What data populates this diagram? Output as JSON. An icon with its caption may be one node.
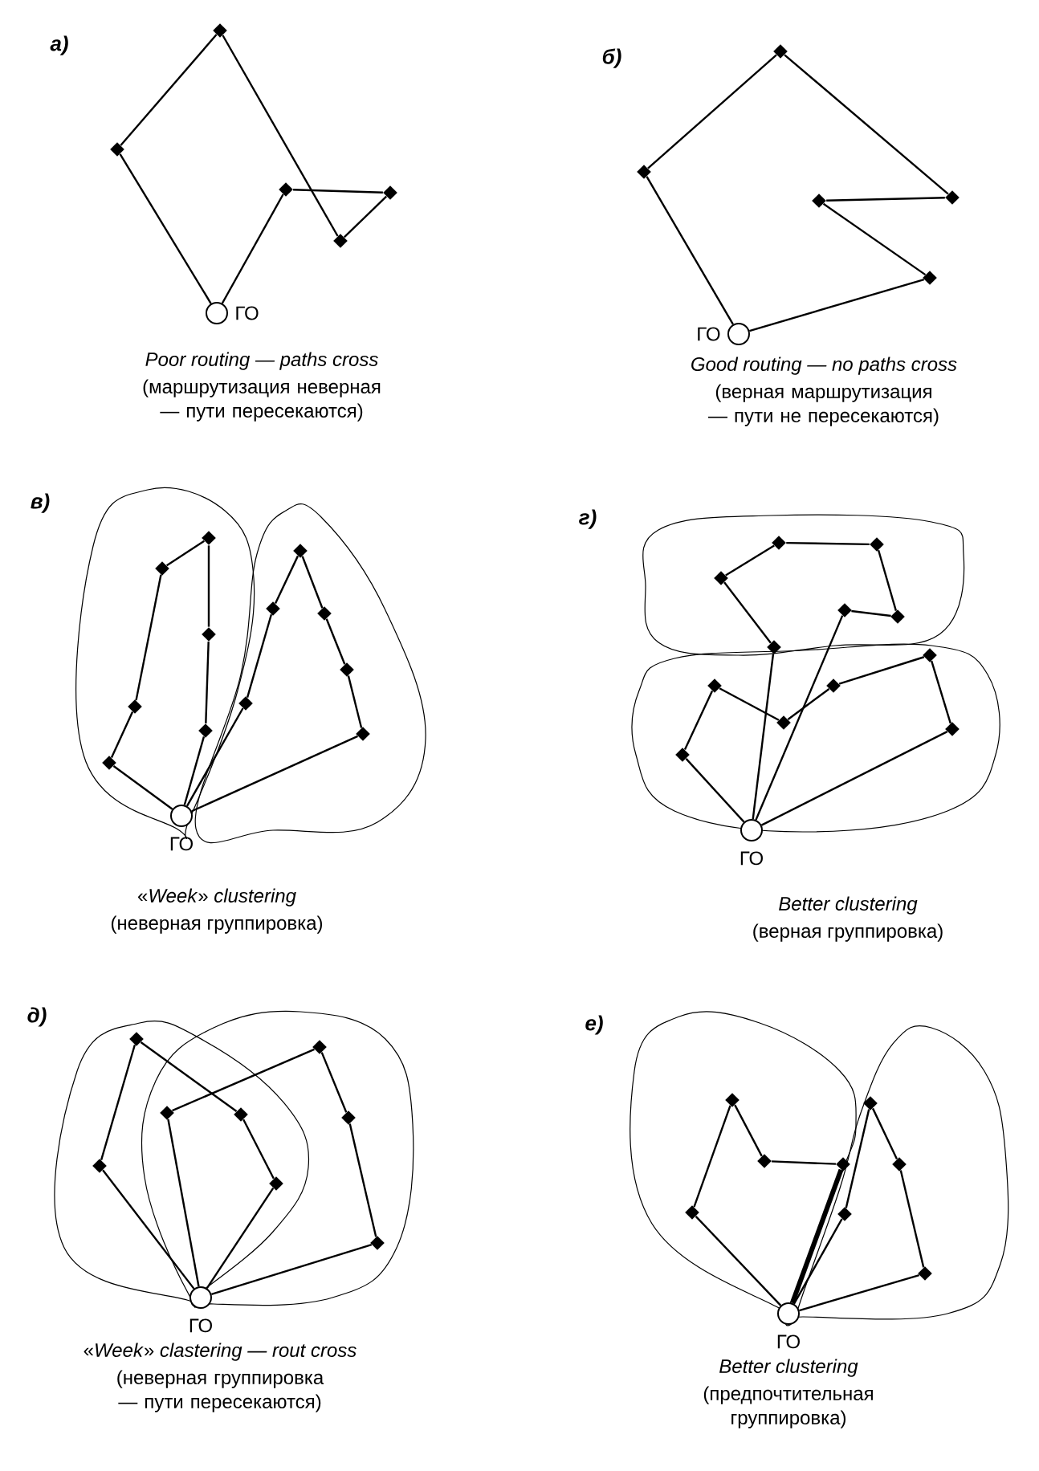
{
  "diagram": {
    "nodes": [
      {
        "text": [],
        "shape": "circle",
        "beside": [
          "ГО"
        ]
      },
      {
        "text": [],
        "shape": "diamond"
      },
      {
        "text": [],
        "shape": "diamond"
      },
      {
        "text": [],
        "shape": "diamond"
      },
      {
        "text": [],
        "shape": "diamond"
      },
      {
        "text": [],
        "shape": "diamond"
      },
      {
        "text": [],
        "shape": "circle",
        "beside": [
          "ГО"
        ]
      },
      {
        "text": [],
        "shape": "diamond"
      },
      {
        "text": [],
        "shape": "diamond"
      },
      {
        "text": [],
        "shape": "diamond"
      },
      {
        "text": [],
        "shape": "diamond"
      },
      {
        "text": [],
        "shape": "diamond"
      },
      {
        "text": [],
        "shape": "circle",
        "beside": [
          "ГО"
        ]
      },
      {
        "text": [],
        "shape": "diamond"
      },
      {
        "text": [],
        "shape": "diamond"
      },
      {
        "text": [],
        "shape": "diamond"
      },
      {
        "text": [],
        "shape": "diamond"
      },
      {
        "text": [],
        "shape": "diamond"
      },
      {
        "text": [],
        "shape": "diamond"
      },
      {
        "text": [],
        "shape": "diamond"
      },
      {
        "text": [],
        "shape": "diamond"
      },
      {
        "text": [],
        "shape": "diamond"
      },
      {
        "text": [],
        "shape": "diamond"
      },
      {
        "text": [],
        "shape": "diamond"
      },
      {
        "text": [],
        "shape": "diamond"
      },
      {
        "text": [],
        "shape": "circle",
        "beside": [
          "ГО"
        ]
      },
      {
        "text": [],
        "shape": "diamond"
      },
      {
        "text": [],
        "shape": "diamond"
      },
      {
        "text": [],
        "shape": "diamond"
      },
      {
        "text": [],
        "shape": "diamond"
      },
      {
        "text": [],
        "shape": "diamond"
      },
      {
        "text": [],
        "shape": "diamond"
      },
      {
        "text": [],
        "shape": "diamond"
      },
      {
        "text": [],
        "shape": "diamond"
      },
      {
        "text": [],
        "shape": "diamond"
      },
      {
        "text": [],
        "shape": "diamond"
      },
      {
        "text": [],
        "shape": "diamond"
      },
      {
        "text": [],
        "shape": "diamond"
      },
      {
        "text": [],
        "shape": "circle",
        "beside": [
          "ГО"
        ]
      },
      {
        "text": [],
        "shape": "diamond"
      },
      {
        "text": [],
        "shape": "diamond"
      },
      {
        "text": [],
        "shape": "diamond"
      },
      {
        "text": [],
        "shape": "diamond"
      },
      {
        "text": [],
        "shape": "diamond"
      },
      {
        "text": [],
        "shape": "diamond"
      },
      {
        "text": [],
        "shape": "diamond"
      },
      {
        "text": [],
        "shape": "diamond"
      },
      {
        "text": [],
        "shape": "circle",
        "beside": [
          "ГО"
        ]
      },
      {
        "text": [],
        "shape": "diamond"
      },
      {
        "text": [],
        "shape": "diamond"
      },
      {
        "text": [],
        "shape": "diamond"
      },
      {
        "text": [],
        "shape": "diamond"
      },
      {
        "text": [],
        "shape": "diamond"
      },
      {
        "text": [],
        "shape": "diamond"
      },
      {
        "text": [],
        "shape": "diamond"
      },
      {
        "text": [],
        "shape": "diamond"
      }
    ],
    "edges": [
      {
        "from": 0,
        "to": 1,
        "arrow": "none"
      },
      {
        "from": 1,
        "to": 2,
        "arrow": "none"
      },
      {
        "from": 2,
        "to": 5,
        "arrow": "none"
      },
      {
        "from": 5,
        "to": 4,
        "arrow": "none"
      },
      {
        "from": 4,
        "to": 3,
        "arrow": "none"
      },
      {
        "from": 3,
        "to": 0,
        "arrow": "none"
      },
      {
        "from": 6,
        "to": 7,
        "arrow": "none"
      },
      {
        "from": 7,
        "to": 8,
        "arrow": "none"
      },
      {
        "from": 8,
        "to": 9,
        "arrow": "none"
      },
      {
        "from": 9,
        "to": 10,
        "arrow": "none"
      },
      {
        "from": 10,
        "to": 11,
        "arrow": "none"
      },
      {
        "from": 11,
        "to": 6,
        "arrow": "none"
      },
      {
        "from": 12,
        "to": 13,
        "arrow": "none"
      },
      {
        "from": 13,
        "to": 14,
        "arrow": "none"
      },
      {
        "from": 14,
        "to": 15,
        "arrow": "none"
      },
      {
        "from": 15,
        "to": 16,
        "arrow": "none"
      },
      {
        "from": 16,
        "to": 17,
        "arrow": "none"
      },
      {
        "from": 17,
        "to": 18,
        "arrow": "none"
      },
      {
        "from": 18,
        "to": 12,
        "arrow": "none"
      },
      {
        "from": 12,
        "to": 19,
        "arrow": "none"
      },
      {
        "from": 19,
        "to": 20,
        "arrow": "none"
      },
      {
        "from": 20,
        "to": 21,
        "arrow": "none"
      },
      {
        "from": 21,
        "to": 22,
        "arrow": "none"
      },
      {
        "from": 22,
        "to": 23,
        "arrow": "none"
      },
      {
        "from": 23,
        "to": 24,
        "arrow": "none"
      },
      {
        "from": 24,
        "to": 12,
        "arrow": "none"
      },
      {
        "from": 25,
        "to": 31,
        "arrow": "none"
      },
      {
        "from": 31,
        "to": 26,
        "arrow": "none"
      },
      {
        "from": 26,
        "to": 27,
        "arrow": "none"
      },
      {
        "from": 27,
        "to": 28,
        "arrow": "none"
      },
      {
        "from": 28,
        "to": 29,
        "arrow": "none"
      },
      {
        "from": 29,
        "to": 30,
        "arrow": "none"
      },
      {
        "from": 30,
        "to": 25,
        "arrow": "none"
      },
      {
        "from": 25,
        "to": 32,
        "arrow": "none"
      },
      {
        "from": 32,
        "to": 33,
        "arrow": "none"
      },
      {
        "from": 33,
        "to": 34,
        "arrow": "none"
      },
      {
        "from": 34,
        "to": 35,
        "arrow": "none"
      },
      {
        "from": 35,
        "to": 36,
        "arrow": "none"
      },
      {
        "from": 36,
        "to": 37,
        "arrow": "none"
      },
      {
        "from": 37,
        "to": 25,
        "arrow": "none"
      },
      {
        "from": 38,
        "to": 39,
        "arrow": "none"
      },
      {
        "from": 39,
        "to": 40,
        "arrow": "none"
      },
      {
        "from": 40,
        "to": 41,
        "arrow": "none"
      },
      {
        "from": 41,
        "to": 42,
        "arrow": "none"
      },
      {
        "from": 42,
        "to": 38,
        "arrow": "none"
      },
      {
        "from": 38,
        "to": 43,
        "arrow": "none"
      },
      {
        "from": 43,
        "to": 44,
        "arrow": "none"
      },
      {
        "from": 44,
        "to": 45,
        "arrow": "none"
      },
      {
        "from": 45,
        "to": 46,
        "arrow": "none"
      },
      {
        "from": 46,
        "to": 38,
        "arrow": "none"
      },
      {
        "from": 47,
        "to": 48,
        "arrow": "none"
      },
      {
        "from": 48,
        "to": 49,
        "arrow": "none"
      },
      {
        "from": 49,
        "to": 50,
        "arrow": "none"
      },
      {
        "from": 50,
        "to": 51,
        "arrow": "none"
      },
      {
        "from": 51,
        "to": 47,
        "arrow": "none",
        "style": "thick"
      },
      {
        "from": 47,
        "to": 52,
        "arrow": "none"
      },
      {
        "from": 52,
        "to": 53,
        "arrow": "none"
      },
      {
        "from": 53,
        "to": 54,
        "arrow": "none"
      },
      {
        "from": 54,
        "to": 55,
        "arrow": "none"
      },
      {
        "from": 55,
        "to": 47,
        "arrow": "none"
      }
    ],
    "labels": [
      "а)",
      "б)",
      "*Poor routing — paths cross*",
      "(маршрутизация неверная — пути пересекаются)",
      "*Good routing — no paths cross*",
      "(верная маршрутизация — пути не пересекаются)",
      "в)",
      "г)",
      "«*Week*» *clustering*",
      "(неверная группировка)",
      "*Better clustering*",
      "(верная группировка)",
      "д)",
      "е)",
      "«*Week*» *clastering — rout cross*",
      "(неверная группировка — пути пересекаются)",
      "*Better clustering*",
      "(предпочтительная группировка)"
    ]
  }
}
